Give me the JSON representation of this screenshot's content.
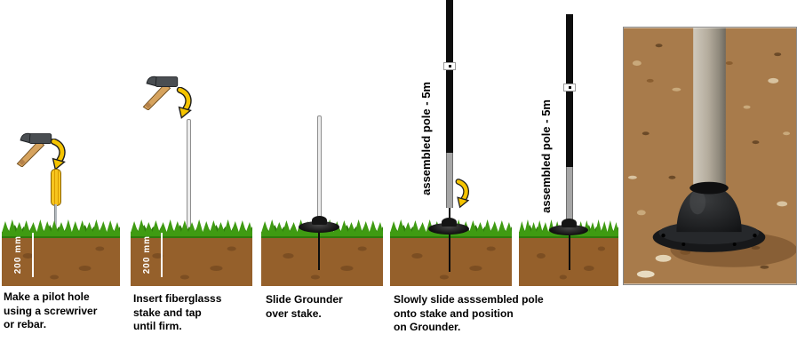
{
  "steps": [
    {
      "id": 1,
      "caption": "Make a pilot hole\nusing a screwriver\n or rebar.",
      "depth_label": "200 mm"
    },
    {
      "id": 2,
      "caption": "Insert fiberglasss\nstake and tap\n until firm.",
      "depth_label": "200 mm"
    },
    {
      "id": 3,
      "caption": "Slide Grounder\nover stake."
    },
    {
      "id": 4,
      "caption": "Slowly slide asssembled pole\nonto stake and position\non Grounder.",
      "pole_label": "assembled pole - 5m"
    },
    {
      "id": 5,
      "caption": "",
      "pole_label": "assembled pole - 5m"
    }
  ],
  "colors": {
    "grass": "#3f9b12",
    "soil": "#95602b",
    "pole_black": "#0e0e0e",
    "pole_grey": "#a6a6a6",
    "arrow_yellow": "#f5c400",
    "grounder_black": "#151515",
    "depth_text": "#ffffff"
  }
}
